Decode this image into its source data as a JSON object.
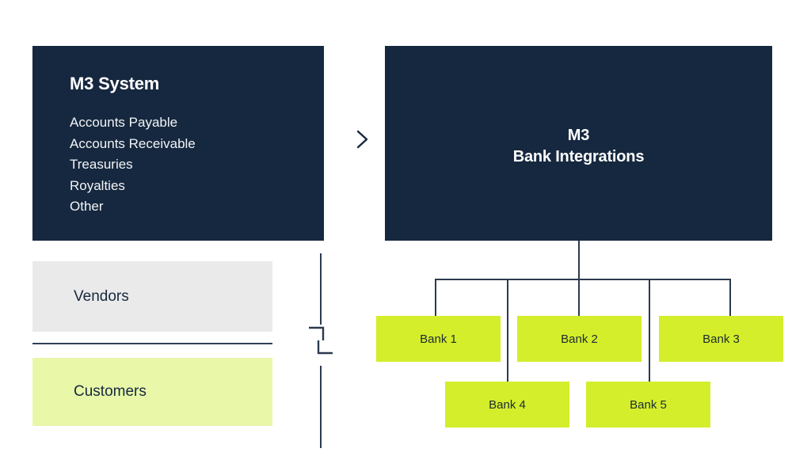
{
  "diagram": {
    "title_hidden": "",
    "system_panel": {
      "name": "M3 System",
      "title": "M3 System",
      "modules": [
        "Accounts Payable",
        "Accounts Receivable",
        "Treasuries",
        "Royalties",
        "Other"
      ]
    },
    "actor_boxes": [
      {
        "label": "Vendors",
        "color": "#eaeaea"
      },
      {
        "label": "Customers",
        "color": "#e8f7a8"
      }
    ],
    "flow_arrow": {
      "icon": "chevron-right-icon"
    },
    "integration_panel": {
      "line1": "M3",
      "line2": "Bank Integrations"
    },
    "banks": [
      {
        "label": "Bank 1"
      },
      {
        "label": "Bank 2"
      },
      {
        "label": "Bank 3"
      },
      {
        "label": "Bank 4"
      },
      {
        "label": "Bank 5"
      }
    ],
    "colors": {
      "navy": "#16283f",
      "lime": "#d4ee2b",
      "pale_lime": "#e8f7a8",
      "gray": "#eaeaea",
      "line": "#2b3a4e",
      "text_light": "#ffffff",
      "text_dark": "#16283f",
      "background": "#ffffff"
    }
  }
}
